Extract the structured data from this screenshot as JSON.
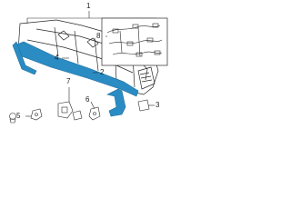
{
  "callouts": {
    "c1": "1",
    "c2": "2",
    "c3": "3",
    "c4": "4",
    "c5": "5",
    "c6": "6",
    "c7": "7",
    "c8": "8"
  },
  "colors": {
    "line": "#2a2a2a",
    "highlight": "#2b8cc4",
    "highlight_dark": "#1f6f9c",
    "background": "#ffffff"
  }
}
